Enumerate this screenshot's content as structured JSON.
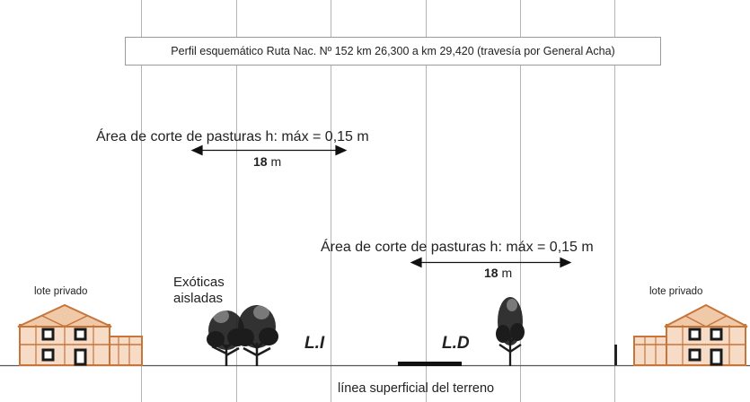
{
  "title": "Perfil esquemático Ruta Nac. Nº 152 km 26,300 a km 29,420 (travesía por General Acha)",
  "left_cut": {
    "label": "Área de corte de pasturas h: máx = 0,15 m",
    "width_value": "18",
    "width_unit": "m"
  },
  "right_cut": {
    "label": "Área de corte de pasturas h: máx = 0,15 m",
    "width_value": "18",
    "width_unit": "m"
  },
  "lote_left": "lote privado",
  "lote_right": "lote privado",
  "exoticas_line1": "Exóticas",
  "exoticas_line2": "aisladas",
  "lane_left": "L.I",
  "lane_right": "L.D",
  "terrain": "línea superficial del terreno",
  "colors": {
    "house": "#c8753a",
    "gridline": "#b4b4b4",
    "ground": "#444444",
    "tree": "#1c1c1c"
  }
}
